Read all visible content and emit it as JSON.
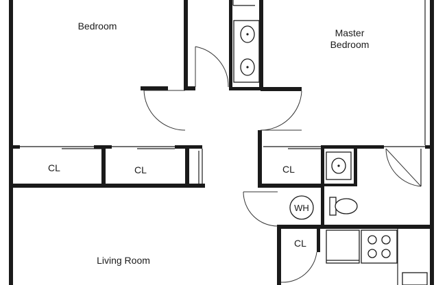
{
  "rooms": {
    "bedroom": "Bedroom",
    "master_bedroom": "Master\nBedroom",
    "living_room": "Living Room",
    "closet_1": "CL",
    "closet_2": "CL",
    "closet_3": "CL",
    "closet_4": "CL",
    "water_heater": "WH"
  }
}
